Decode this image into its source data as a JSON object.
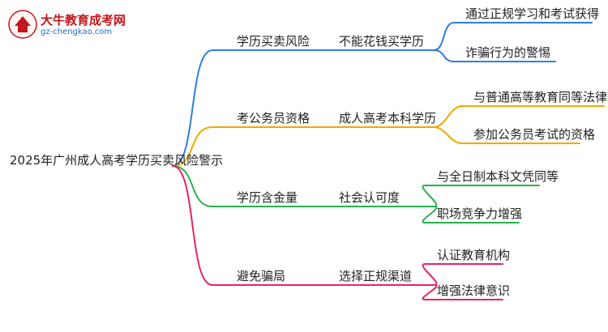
{
  "logo": {
    "title": "大牛教育成考网",
    "url": "gz-chengkao.com"
  },
  "root": "2025年广州成人高考学历买卖风险警示",
  "branches": [
    {
      "label": "学历买卖风险",
      "sub": "不能花钱买学历",
      "color": "#2f7de1",
      "leaves": [
        "通过正规学习和考试获得",
        "诈骗行为的警惕"
      ]
    },
    {
      "label": "考公务员资格",
      "sub": "成人高考本科学历",
      "color": "#f0a800",
      "leaves": [
        "与普通高等教育同等法律效力",
        "参加公务员考试的资格"
      ]
    },
    {
      "label": "学历含金量",
      "sub": "社会认可度",
      "color": "#27b24a",
      "leaves": [
        "与全日制本科文凭同等",
        "职场竞争力增强"
      ]
    },
    {
      "label": "避免骗局",
      "sub": "选择正规渠道",
      "color": "#e8245e",
      "leaves": [
        "认证教育机构",
        "增强法律意识"
      ]
    }
  ]
}
